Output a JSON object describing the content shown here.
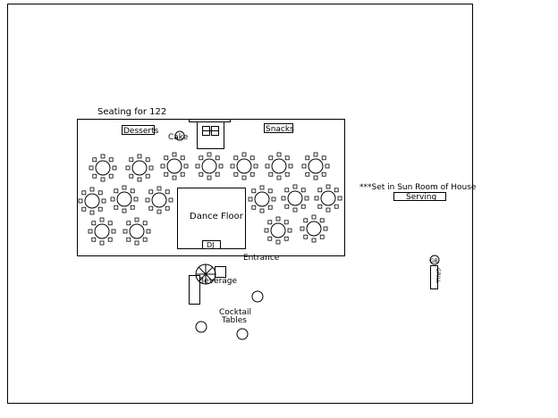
{
  "labels": {
    "seating": "Seating for 122",
    "desserts": "Desserts",
    "cake": "Cake",
    "snacks": "Snacks",
    "dance_floor": "Dance Floor",
    "dj": "DJ",
    "entrance": "Entrance",
    "sun_room_note": "***Set in Sun Room of House",
    "serving": "Serving",
    "beverage": "Beverage",
    "cocktail_tables_line1": "Cocktail",
    "cocktail_tables_line2": "Tables",
    "grill_top": "GB",
    "grill_side": "GRILL"
  },
  "icons": {
    "round_table": "round-table-icon",
    "cocktail_table": "cocktail-table-icon",
    "umbrella": "umbrella-icon",
    "grill": "grill-icon"
  }
}
